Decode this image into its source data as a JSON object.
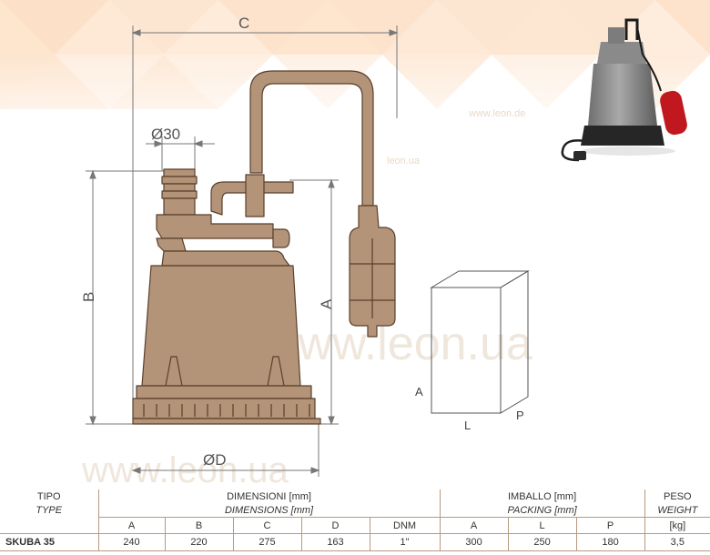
{
  "drawing": {
    "dim_C": "C",
    "dim_B": "B",
    "dim_A": "A",
    "dim_D": "ØD",
    "dim_outlet": "Ø30",
    "box_A": "A",
    "box_L": "L",
    "box_P": "P",
    "watermark_big": "www.leon.ua",
    "watermark_small": "www.leon.de",
    "watermark_small2": "leon.ua"
  },
  "table": {
    "type_it": "TIPO",
    "type_en": "TYPE",
    "dim_it": "DIMENSIONI [mm]",
    "dim_en": "DIMENSIONS [mm]",
    "pack_it": "IMBALLO [mm]",
    "pack_en": "PACKING [mm]",
    "weight_it": "PESO",
    "weight_en": "WEIGHT",
    "sub_headers": [
      "A",
      "B",
      "C",
      "D",
      "DNM",
      "A",
      "L",
      "P",
      "[kg]"
    ],
    "rows": [
      {
        "model": "SKUBA 35",
        "values": [
          "240",
          "220",
          "275",
          "163",
          "1\"",
          "300",
          "250",
          "180",
          "3,5"
        ]
      }
    ]
  },
  "colors": {
    "pump_fill": "#b39479",
    "pump_stroke": "#5a3f2a",
    "pattern_1": "#fbc79a",
    "pattern_2": "#fde0c6",
    "table_line": "#b89a7f"
  },
  "icons": [
    "pump-photo-icon",
    "pump-drawing-icon",
    "package-box-icon"
  ]
}
